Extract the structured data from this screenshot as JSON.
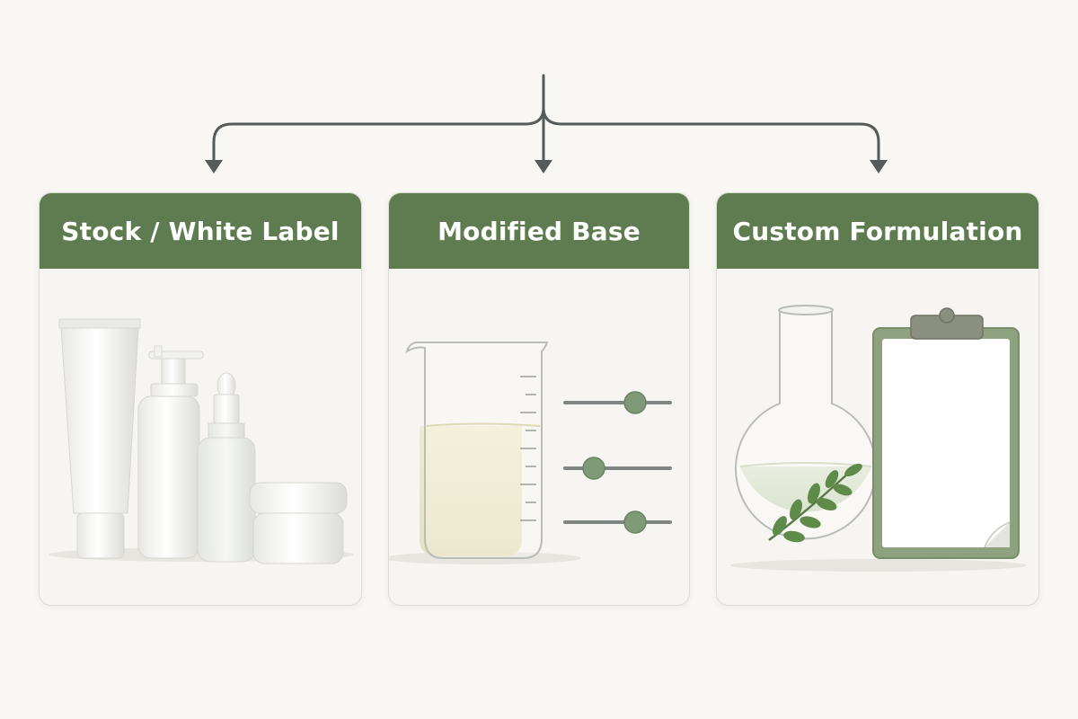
{
  "colors": {
    "accent": "#5e7c50",
    "connector": "#555a5a",
    "background": "#f8f7f3",
    "card_body": "#f6f5f1",
    "slider_knob": "#7f9a76"
  },
  "cards": [
    {
      "title": "Stock / White Label",
      "illustration": "white-cosmetic-containers"
    },
    {
      "title": "Modified Base",
      "illustration": "beaker-with-slider-controls"
    },
    {
      "title": "Custom Formulation",
      "illustration": "flask-with-leaves-and-clipboard"
    }
  ]
}
